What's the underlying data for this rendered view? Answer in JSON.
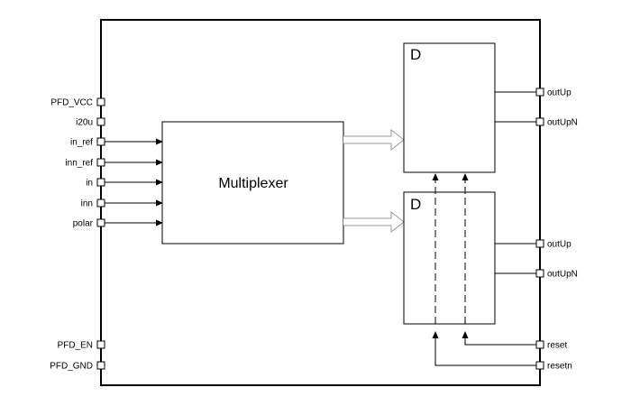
{
  "left_pins": [
    {
      "id": "pfd-vcc",
      "label": "PFD_VCC"
    },
    {
      "id": "i20u",
      "label": "i20u"
    },
    {
      "id": "in-ref",
      "label": "in_ref"
    },
    {
      "id": "inn-ref",
      "label": "inn_ref"
    },
    {
      "id": "in",
      "label": "in"
    },
    {
      "id": "inn",
      "label": "inn"
    },
    {
      "id": "polar",
      "label": "polar"
    },
    {
      "id": "pfd-en",
      "label": "PFD_EN"
    },
    {
      "id": "pfd-gnd",
      "label": "PFD_GND"
    }
  ],
  "right_pins": [
    {
      "id": "outup-1",
      "label": "outUp"
    },
    {
      "id": "outupn-1",
      "label": "outUpN"
    },
    {
      "id": "outup-2",
      "label": "outUp"
    },
    {
      "id": "outupn-2",
      "label": "outUpN"
    },
    {
      "id": "reset",
      "label": "reset"
    },
    {
      "id": "resetn",
      "label": "resetn"
    }
  ],
  "multiplexer": {
    "label": "Multiplexer"
  },
  "flipflop_top": {
    "label": "D"
  },
  "flipflop_bottom": {
    "label": "D"
  },
  "colors": {
    "line": "#000000",
    "bus": "#9a9a9a",
    "pin_fill": "#ffffff"
  }
}
